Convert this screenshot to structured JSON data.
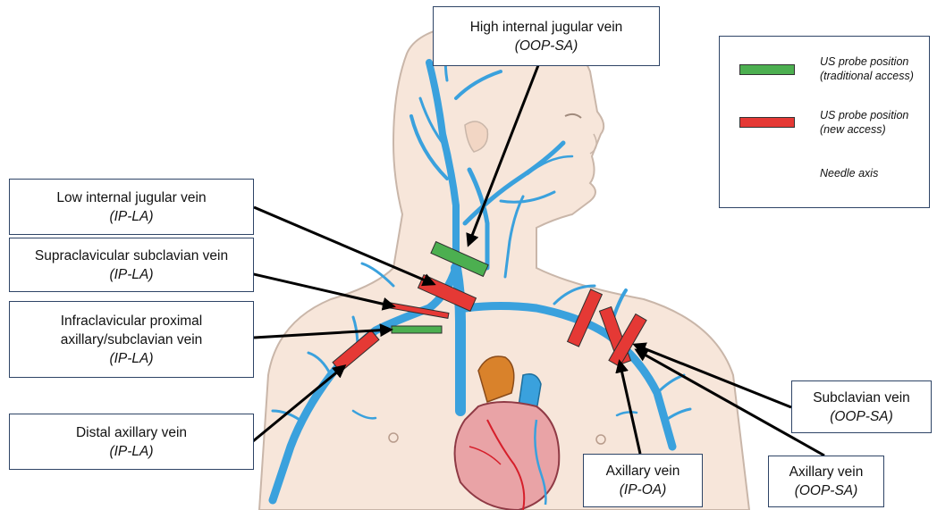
{
  "labels": {
    "high_ijv": {
      "name": "High internal jugular vein",
      "approach": "(OOP-SA)"
    },
    "low_ijv": {
      "name": "Low internal jugular vein",
      "approach": "(IP-LA)"
    },
    "supraclav": {
      "name": "Supraclavicular subclavian vein",
      "approach": "(IP-LA)"
    },
    "infraclav": {
      "name_line1": "Infraclavicular proximal",
      "name_line2": "axillary/subclavian vein",
      "approach": "(IP-LA)"
    },
    "distal_axillary": {
      "name": "Distal axillary vein",
      "approach": "(IP-LA)"
    },
    "subclavian": {
      "name": "Subclavian vein",
      "approach": "(OOP-SA)"
    },
    "axillary_ip": {
      "name": "Axillary vein",
      "approach": "(IP-OA)"
    },
    "axillary_oop": {
      "name": "Axillary vein",
      "approach": "(OOP-SA)"
    }
  },
  "legend": {
    "traditional": {
      "line1": "US probe position",
      "line2": "(traditional access)",
      "color": "#4caf50"
    },
    "new": {
      "line1": "US probe position",
      "line2": "(new access)",
      "color": "#e53935"
    },
    "needle": {
      "text": "Needle axis",
      "color": "#000000"
    }
  },
  "colors": {
    "skin": "#f7e6da",
    "skin_outline": "#c9b6a9",
    "vein": "#3aa1dd",
    "probe_green": "#4caf50",
    "probe_red": "#e53935",
    "box_border": "#2e4466"
  }
}
